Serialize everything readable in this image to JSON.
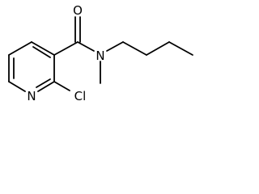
{
  "structure": {
    "atom_labels": {
      "oxygen": "O",
      "amide_nitrogen": "N",
      "ring_nitrogen": "N",
      "chlorine": "Cl"
    },
    "colors": {
      "bond": "#000000",
      "label": "#000000",
      "background": "#ffffff"
    }
  }
}
